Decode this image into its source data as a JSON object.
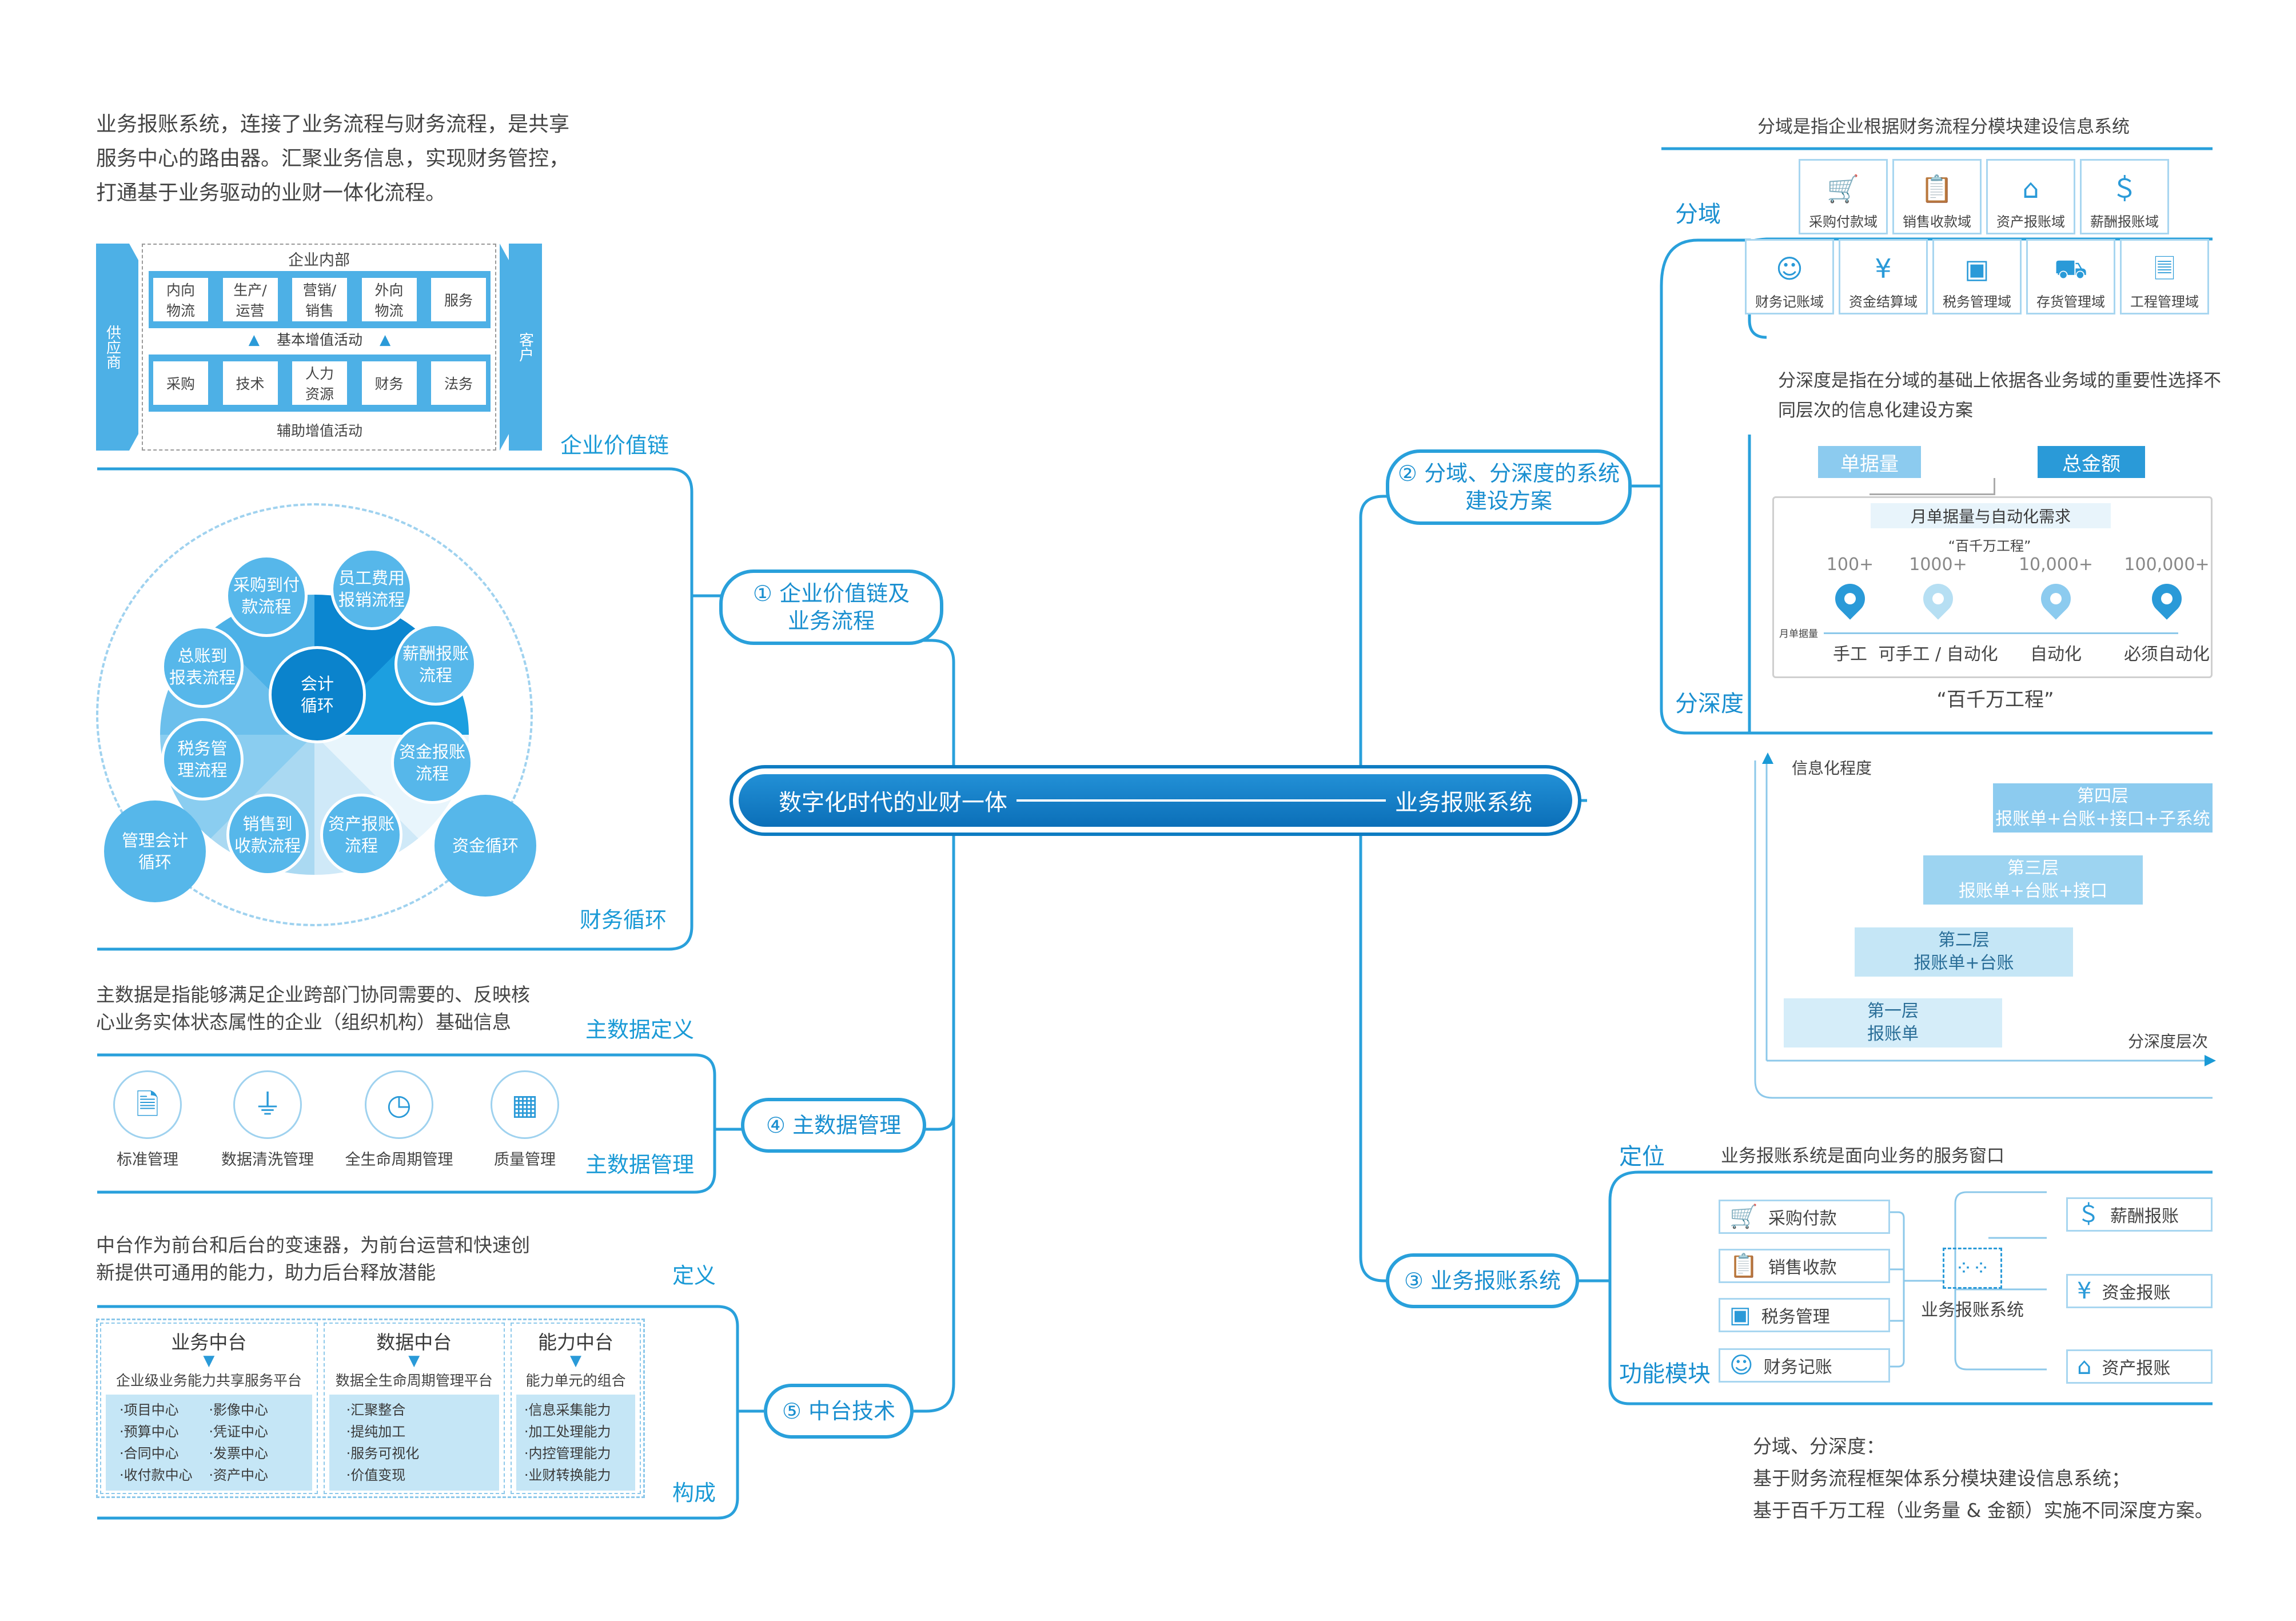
{
  "center": {
    "left": "数字化时代的业财一体",
    "right": "业务报账系统"
  },
  "branches": [
    {
      "label": "① 企业价值链及\n业务流程"
    },
    {
      "label": "④ 主数据管理"
    },
    {
      "label": "⑤ 中台技术"
    },
    {
      "label": "② 分域、分深度的系统\n建设方案"
    },
    {
      "label": "③ 业务报账系统"
    }
  ],
  "intro": "业务报账系统，连接了业务流程与财务流程，是共享服务中心的路由器。汇聚业务信息，实现财务管控，打通基于业务驱动的业财一体化流程。",
  "value_chain": {
    "title": "企业价值链",
    "inner_title": "企业内部",
    "supplier": "供应商",
    "customer": "客户",
    "primary": [
      "内向\n物流",
      "生产/\n运营",
      "营销/\n销售",
      "外向\n物流",
      "服务"
    ],
    "primary_caption": "基本增值活动",
    "support": [
      "采购",
      "技术",
      "人力\n资源",
      "财务",
      "法务"
    ],
    "support_caption": "辅助增值活动"
  },
  "finance_cycle": {
    "title": "财务循环",
    "center": "会计\n循环",
    "petals": [
      "采购到付\n款流程",
      "员工费用\n报销流程",
      "薪酬报账\n流程",
      "资金报账\n流程",
      "资产报账\n流程",
      "销售到\n收款流程",
      "税务管\n理流程",
      "总账到\n报表流程"
    ],
    "outer": [
      "管理会计\n循环",
      "资金循环"
    ]
  },
  "master_data": {
    "text": "主数据是指能够满足企业跨部门协同需要的、反映核心业务实体状态属性的企业（组织机构）基础信息",
    "def_title": "主数据定义",
    "mgmt_title": "主数据管理",
    "items": [
      {
        "icon": "document-icon",
        "label": "标准管理"
      },
      {
        "icon": "funnel-icon",
        "label": "数据清洗管理"
      },
      {
        "icon": "clock-icon",
        "label": "全生命周期管理"
      },
      {
        "icon": "grid-search-icon",
        "label": "质量管理"
      }
    ]
  },
  "middle_platform": {
    "text": "中台作为前台和后台的变速器，为前台运营和快速创新提供可通用的能力，助力后台释放潜能",
    "def_title": "定义",
    "comp_title": "构成",
    "cols": [
      {
        "title": "业务中台",
        "sub": "企业级业务能力共享服务平台",
        "items": [
          "·项目中心",
          "·影像中心",
          "·预算中心",
          "·凭证中心",
          "·合同中心",
          "·发票中心",
          "·收付款中心",
          "·资产中心"
        ]
      },
      {
        "title": "数据中台",
        "sub": "数据全生命周期管理平台",
        "items": [
          "·汇聚整合",
          "·提纯加工",
          "·服务可视化",
          "·价值变现"
        ]
      },
      {
        "title": "能力中台",
        "sub": "能力单元的组合",
        "items": [
          "·信息采集能力",
          "·加工处理能力",
          "·内控管理能力",
          "·业财转换能力"
        ]
      }
    ]
  },
  "domain": {
    "title": "分域",
    "desc": "分域是指企业根据财务流程分模块建设信息系统",
    "row1": [
      {
        "icon": "cart-icon",
        "label": "采购付款域"
      },
      {
        "icon": "clipboard-icon",
        "label": "销售收款域"
      },
      {
        "icon": "house-icon",
        "label": "资产报账域"
      },
      {
        "icon": "salary-icon",
        "label": "薪酬报账域"
      }
    ],
    "row2": [
      {
        "icon": "person-icon",
        "label": "财务记账域"
      },
      {
        "icon": "yuan-icon",
        "label": "资金结算域"
      },
      {
        "icon": "tax-icon",
        "label": "税务管理域"
      },
      {
        "icon": "truck-icon",
        "label": "存货管理域"
      },
      {
        "icon": "doc-icon",
        "label": "工程管理域"
      }
    ]
  },
  "depth": {
    "title": "分深度",
    "desc": "分深度是指在分域的基础上依据各业务域的重要性选择不同层次的信息化建设方案",
    "tags": [
      "单据量",
      "总金额"
    ],
    "panel_title": "月单据量与自动化需求",
    "panel_quote": "“百千万工程”",
    "levels": [
      {
        "value": "100+",
        "label": "手工"
      },
      {
        "value": "1000+",
        "label": "可手工 / 自动化"
      },
      {
        "value": "10,000+",
        "label": "自动化"
      },
      {
        "value": "100,000+",
        "label": "必须自动化"
      }
    ],
    "axis_small": "月单据量",
    "caption": "“百千万工程”",
    "ylabel": "信息化程度",
    "xlabel": "分深度层次",
    "layers": [
      {
        "title": "第一层",
        "desc": "报账单"
      },
      {
        "title": "第二层",
        "desc": "报账单+台账"
      },
      {
        "title": "第三层",
        "desc": "报账单+台账+接口"
      },
      {
        "title": "第四层",
        "desc": "报账单+台账+接口+子系统"
      }
    ]
  },
  "reimbursement": {
    "pos_title": "定位",
    "pos_desc": "业务报账系统是面向业务的服务窗口",
    "func_title": "功能模块",
    "hub": "业务报账系统",
    "hub_icon": "abacus-icon",
    "left": [
      {
        "icon": "cart-icon",
        "label": "采购付款"
      },
      {
        "icon": "clipboard-icon",
        "label": "销售收款"
      },
      {
        "icon": "tax-icon",
        "label": "税务管理"
      },
      {
        "icon": "person-icon",
        "label": "财务记账"
      }
    ],
    "right": [
      {
        "icon": "salary-icon",
        "label": "薪酬报账"
      },
      {
        "icon": "yuan-icon",
        "label": "资金报账"
      },
      {
        "icon": "house-icon",
        "label": "资产报账"
      }
    ]
  },
  "summary": [
    "分域、分深度：",
    "基于财务流程框架体系分模块建设信息系统；",
    "基于百千万工程（业务量 & 金额）实施不同深度方案。"
  ],
  "colors": {
    "accent": "#29a0db",
    "dark": "#0e7cc2",
    "light": "#b8e0f4"
  }
}
